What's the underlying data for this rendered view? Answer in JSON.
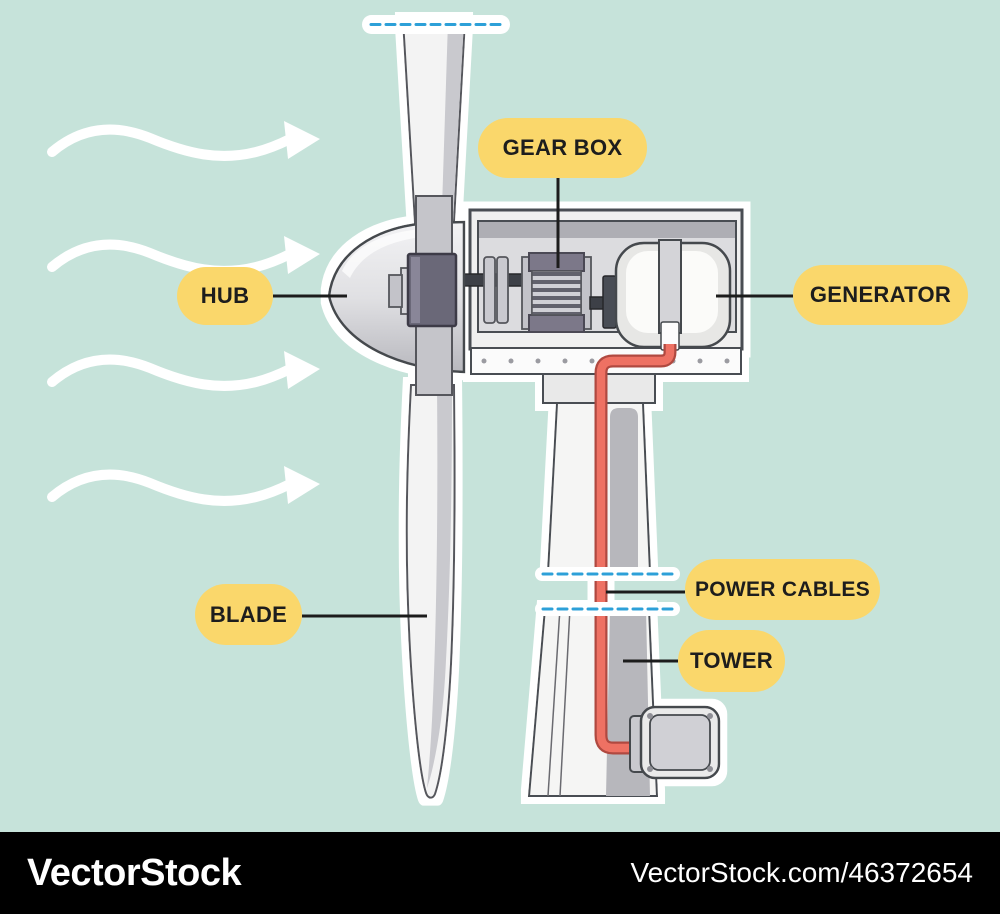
{
  "diagram": {
    "subject": "Wind turbine parts diagram",
    "callouts": [
      {
        "id": "gear-box",
        "label": "GEAR BOX"
      },
      {
        "id": "hub",
        "label": "HUB"
      },
      {
        "id": "generator",
        "label": "GENERATOR"
      },
      {
        "id": "blade",
        "label": "BLADE"
      },
      {
        "id": "power-cables",
        "label": "POWER CABLES"
      },
      {
        "id": "tower",
        "label": "TOWER"
      }
    ],
    "wind_arrows_count": 4,
    "icons": {
      "wind_arrow": "wavy-wind-flow-arrow-right",
      "cut_marker": "blue-dashed-break-line"
    }
  },
  "watermark": {
    "logo_text": "VectorStock",
    "credit_text": "VectorStock.com/46372654"
  },
  "colors": {
    "background": "#c6e3da",
    "label_bg": "#fad76b",
    "label_text": "#1d1d1d",
    "callout_line": "#1c1c1c",
    "cable_red": "#ee7164",
    "cable_red_dark": "#b04a40",
    "cut_line_blue": "#2da0d8",
    "metal_dark": "#4a4d52",
    "hub_block_purple": "#6b6878",
    "footer_bg": "#000000",
    "footer_text": "#ffffff"
  }
}
